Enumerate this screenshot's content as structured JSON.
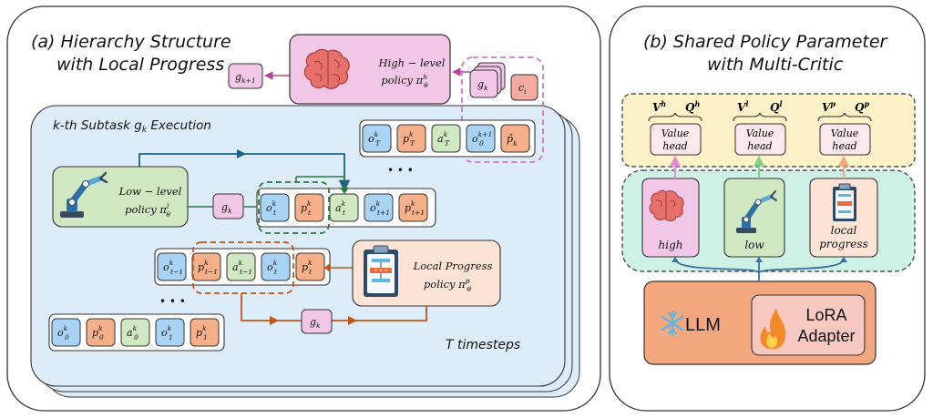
{
  "panel_a": {
    "title_line1": "(a) Hierarchy Structure",
    "title_line2": "with Local Progress",
    "subtask_title": "k-th Subtask g",
    "subtask_title_sub": "k",
    "subtask_title_rest": " Execution",
    "high_policy_line1": "High − level",
    "high_policy_line2": "policy π",
    "high_policy_sup": "h",
    "high_policy_sub": "θ",
    "low_policy_line1": "Low − level",
    "low_policy_line2": "policy π",
    "low_policy_sup": "l",
    "low_policy_sub": "θ",
    "progress_policy_line1": "Local Progress",
    "progress_policy_line2": "policy π",
    "progress_policy_sup": "p",
    "progress_policy_sub": "θ",
    "timesteps": "T timesteps",
    "ellipsis": "• • •",
    "g_next": {
      "base": "g",
      "sub": "k+1"
    },
    "g_k": {
      "base": "g",
      "sub": "k"
    },
    "c_i": {
      "base": "c",
      "sub": "i"
    },
    "row_top": [
      {
        "base": "o",
        "sup": "k",
        "sub": "T",
        "color": "blue"
      },
      {
        "base": "p",
        "sup": "k",
        "sub": "T",
        "color": "orange"
      },
      {
        "base": "a",
        "sup": "k",
        "sub": "T",
        "color": "green"
      },
      {
        "base": "o",
        "sup": "k+1",
        "sub": "0",
        "color": "blue"
      },
      {
        "base": "p̂",
        "sup": "",
        "sub": "k",
        "color": "orange"
      }
    ],
    "row_mid": [
      {
        "base": "o",
        "sup": "k",
        "sub": "t",
        "color": "blue"
      },
      {
        "base": "p",
        "sup": "k",
        "sub": "t",
        "color": "orange"
      },
      {
        "base": "a",
        "sup": "k",
        "sub": "t",
        "color": "green"
      },
      {
        "base": "o",
        "sup": "k",
        "sub": "t+1",
        "color": "blue"
      },
      {
        "base": "p",
        "sup": "k",
        "sub": "t+1",
        "color": "orange"
      }
    ],
    "row_low": [
      {
        "base": "o",
        "sup": "k",
        "sub": "t−1",
        "color": "blue"
      },
      {
        "base": "p",
        "sup": "k",
        "sub": "t−1",
        "color": "orange"
      },
      {
        "base": "a",
        "sup": "k",
        "sub": "t−1",
        "color": "green"
      },
      {
        "base": "o",
        "sup": "k",
        "sub": "t",
        "color": "blue"
      },
      {
        "base": "p",
        "sup": "k",
        "sub": "t",
        "color": "orange"
      }
    ],
    "row_bottom": [
      {
        "base": "o",
        "sup": "k",
        "sub": "0",
        "color": "blue"
      },
      {
        "base": "p",
        "sup": "k",
        "sub": "0",
        "color": "orange"
      },
      {
        "base": "a",
        "sup": "k",
        "sub": "0",
        "color": "green"
      },
      {
        "base": "o",
        "sup": "k",
        "sub": "1",
        "color": "blue"
      },
      {
        "base": "p",
        "sup": "k",
        "sub": "1",
        "color": "orange"
      }
    ]
  },
  "panel_b": {
    "title_line1": "(b) Shared Policy Parameter",
    "title_line2": "with Multi-Critic",
    "critics": [
      {
        "v": "V",
        "v_sup": "h",
        "q": "Q",
        "q_sup": "h"
      },
      {
        "v": "V",
        "v_sup": "l",
        "q": "Q",
        "q_sup": "l"
      },
      {
        "v": "V",
        "v_sup": "p",
        "q": "Q",
        "q_sup": "p"
      }
    ],
    "value_head_line1": "Value",
    "value_head_line2": "head",
    "modules": [
      "high",
      "low",
      "local",
      "progress"
    ],
    "llm": "LLM",
    "lora_line1": "LoRA",
    "lora_line2": "Adapter"
  },
  "colors": {
    "blue": "#a9d3f5",
    "orange": "#f5b08a",
    "green": "#cfe8c1",
    "pink": "#f2c6e6",
    "panel_bg": "#dcecf9",
    "critic_bg": "#fdf1c7",
    "teal_bg": "#cdf1e4",
    "llm_bg": "#f3a77e",
    "progress_bg": "#fce3d5"
  }
}
